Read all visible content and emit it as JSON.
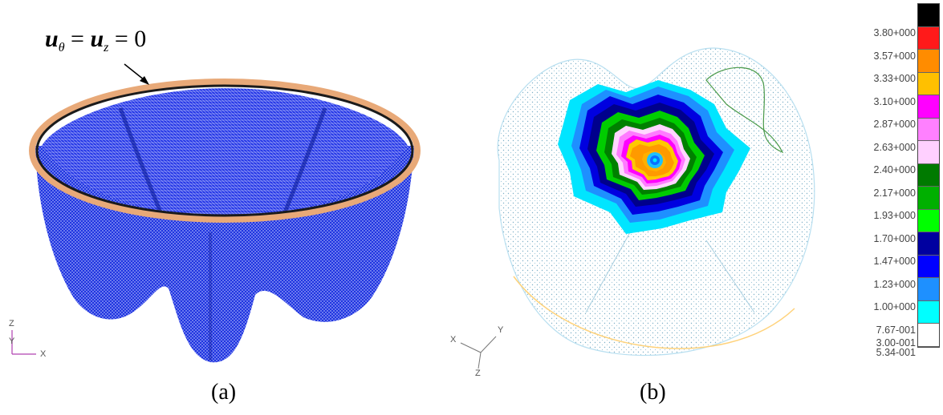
{
  "panel_a": {
    "equation_u1": "u",
    "equation_sub1": "θ",
    "equation_eq1": " = ",
    "equation_u2": "u",
    "equation_sub2": "z",
    "equation_eq2": " = 0",
    "caption": "(a)",
    "axis_z": "Z",
    "axis_y": "Y",
    "axis_x": "X",
    "mesh_color": "#1a2fd6",
    "rim_color": "#e8a978"
  },
  "panel_b": {
    "caption": "(b)",
    "axis_x": "X",
    "axis_y": "Y",
    "axis_z": "Z"
  },
  "legend": {
    "labels": [
      "3.80+000",
      "3.57+000",
      "3.33+000",
      "3.10+000",
      "2.87+000",
      "2.63+000",
      "2.40+000",
      "2.17+000",
      "1.93+000",
      "1.70+000",
      "1.47+000",
      "1.23+000",
      "1.00+000",
      "7.67-001",
      "5.34-001",
      "3.00-001"
    ],
    "colors": [
      "#000000",
      "#ff1a1a",
      "#ff8c00",
      "#ffc000",
      "#ff00ff",
      "#ff80ff",
      "#ffd0ff",
      "#007a00",
      "#00b000",
      "#00ff00",
      "#0000a0",
      "#0000ff",
      "#1e90ff",
      "#00ffff",
      "#ffffff"
    ]
  }
}
